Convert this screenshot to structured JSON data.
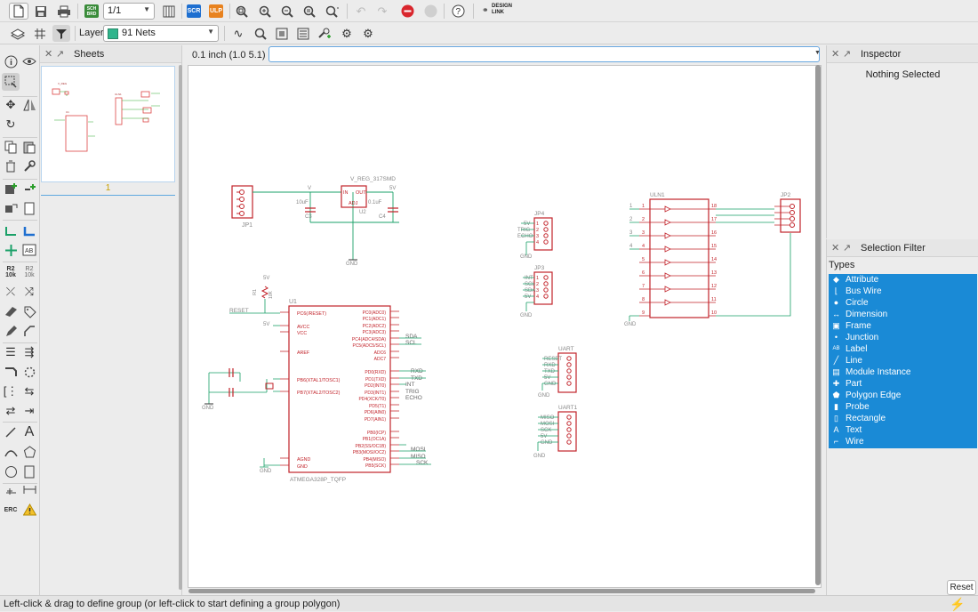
{
  "toolbar": {
    "sheet_value": "1/1",
    "chip_sch": "SCH BRD",
    "chip_scr": "SCR",
    "chip_ulp": "ULP",
    "design_link": "DESIGN LINK",
    "layer_label": "Layer:",
    "layer_value": "91 Nets",
    "colors": {
      "chip_sch": "#3a8c3a",
      "chip_scr": "#1e6fd0",
      "chip_ulp": "#e8821e",
      "stop": "#d9262d",
      "layer": "#2fb58c"
    }
  },
  "sheets_panel": {
    "title": "Sheets",
    "sheet_number": "1"
  },
  "canvas_header": {
    "grid_info": "0.1 inch (1.0 5.1)",
    "command_value": ""
  },
  "inspector": {
    "title": "Inspector",
    "empty_text": "Nothing Selected"
  },
  "selection_filter": {
    "title": "Selection Filter",
    "types_label": "Types",
    "types": [
      {
        "label": "Attribute",
        "icon": "tag-icon"
      },
      {
        "label": "Bus Wire",
        "icon": "bus-wire-icon"
      },
      {
        "label": "Circle",
        "icon": "circle-icon"
      },
      {
        "label": "Dimension",
        "icon": "dimension-icon"
      },
      {
        "label": "Frame",
        "icon": "frame-icon"
      },
      {
        "label": "Junction",
        "icon": "junction-icon"
      },
      {
        "label": "Label",
        "icon": "label-icon"
      },
      {
        "label": "Line",
        "icon": "line-icon"
      },
      {
        "label": "Module Instance",
        "icon": "module-icon"
      },
      {
        "label": "Part",
        "icon": "part-icon"
      },
      {
        "label": "Polygon Edge",
        "icon": "polygon-icon"
      },
      {
        "label": "Probe",
        "icon": "probe-icon"
      },
      {
        "label": "Rectangle",
        "icon": "rectangle-icon"
      },
      {
        "label": "Text",
        "icon": "text-icon"
      },
      {
        "label": "Wire",
        "icon": "wire-icon"
      }
    ],
    "reset_label": "Reset",
    "selected_color": "#1a8ad6"
  },
  "status": {
    "text": "Left-click & drag to define group (or left-click to start defining a group polygon)"
  },
  "schematic": {
    "jp1": "JP1",
    "vreg": "V_REG_317SMD",
    "vreg_in": "IN",
    "vreg_out": "OUT",
    "vreg_adj": "ADJ",
    "u2": "U2",
    "c3": "C3",
    "c3_val": "10uF",
    "c4": "C4",
    "c4_val": "0.1uF",
    "v_label": "V",
    "v5": "5V",
    "gnd": "GND",
    "u1": "U1",
    "u1_name": "ATMEGA328P_TQFP",
    "reset": "RESET",
    "r1": "R1",
    "r1_val": "10K",
    "u1_left_pins": [
      "PC6(/RESET)",
      "AVCC",
      "VCC",
      "AREF",
      "PB6(XTAL1/TOSC1)",
      "PB7(XTAL2/TOSC2)",
      "AGND",
      "GND"
    ],
    "u1_right_pins": [
      "PC0(ADC0)",
      "PC1(ADC1)",
      "PC2(ADC2)",
      "PC3(ADC3)",
      "PC4(ADC4/SDA)",
      "PC5(ADC5/SCL)",
      "ADC6",
      "ADC7",
      "PD0(RXD)",
      "PD1(TXD)",
      "PD2(INT0)",
      "PD3(INT1)",
      "PD4(XCK/T0)",
      "PD5(T1)",
      "PD6(AIN0)",
      "PD7(AIN1)",
      "PB0(ICP)",
      "PB1(OC1A)",
      "PB2(SS/OC1B)",
      "PB3(MOSI/OC2)",
      "PB4(MISO)",
      "PB5(SCK)"
    ],
    "u1_net_labels": [
      "SDA",
      "SCL",
      "RXD",
      "TXD",
      "INT",
      "TRIG",
      "ECHO",
      "MOSI",
      "MISO",
      "SCK"
    ],
    "jp4": "JP4",
    "jp4_pins": [
      "5V",
      "TRIG",
      "ECHO",
      "GND"
    ],
    "jp3": "JP3",
    "jp3_pins": [
      "INT",
      "SCL",
      "SDA",
      "5V"
    ],
    "uart": "UART",
    "uart_pins": [
      "RESET",
      "RXD",
      "TXD",
      "5V",
      "GND"
    ],
    "uart1": "UART1",
    "uart1_pins": [
      "MISO",
      "MOSI",
      "SCK",
      "5V",
      "GND"
    ],
    "uln": "ULN1",
    "jp2": "JP2",
    "uln_left_nums": [
      "1",
      "2",
      "3",
      "4",
      "5",
      "6",
      "7",
      "8",
      "9"
    ],
    "uln_right_nums": [
      "18",
      "17",
      "16",
      "15",
      "14",
      "13",
      "12",
      "11",
      "10"
    ],
    "uln_inputs": [
      "1",
      "2",
      "3",
      "4"
    ]
  }
}
